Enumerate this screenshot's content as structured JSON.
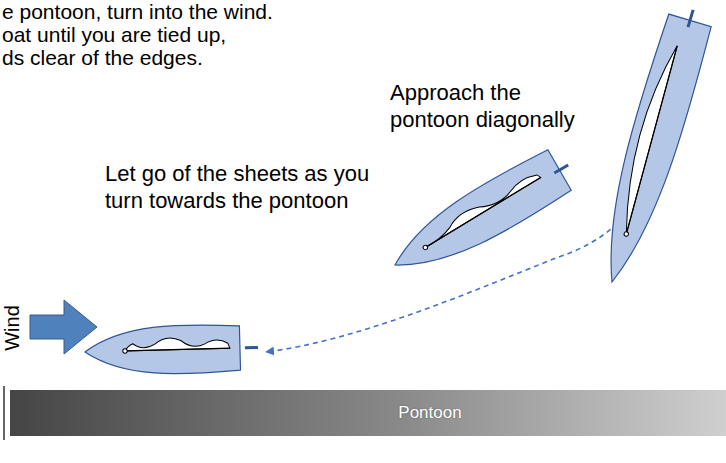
{
  "diagram": {
    "nodes": [
      {
        "text": [
          "Pontoon"
        ]
      }
    ],
    "labels": [
      "e pontoon, turn into the wind.",
      "oat until you are tied up,",
      "ds clear of the edges.",
      "Approach the pontoon diagonally",
      "Let go of the sheets as you turn towards the pontoon",
      "Wind"
    ]
  }
}
